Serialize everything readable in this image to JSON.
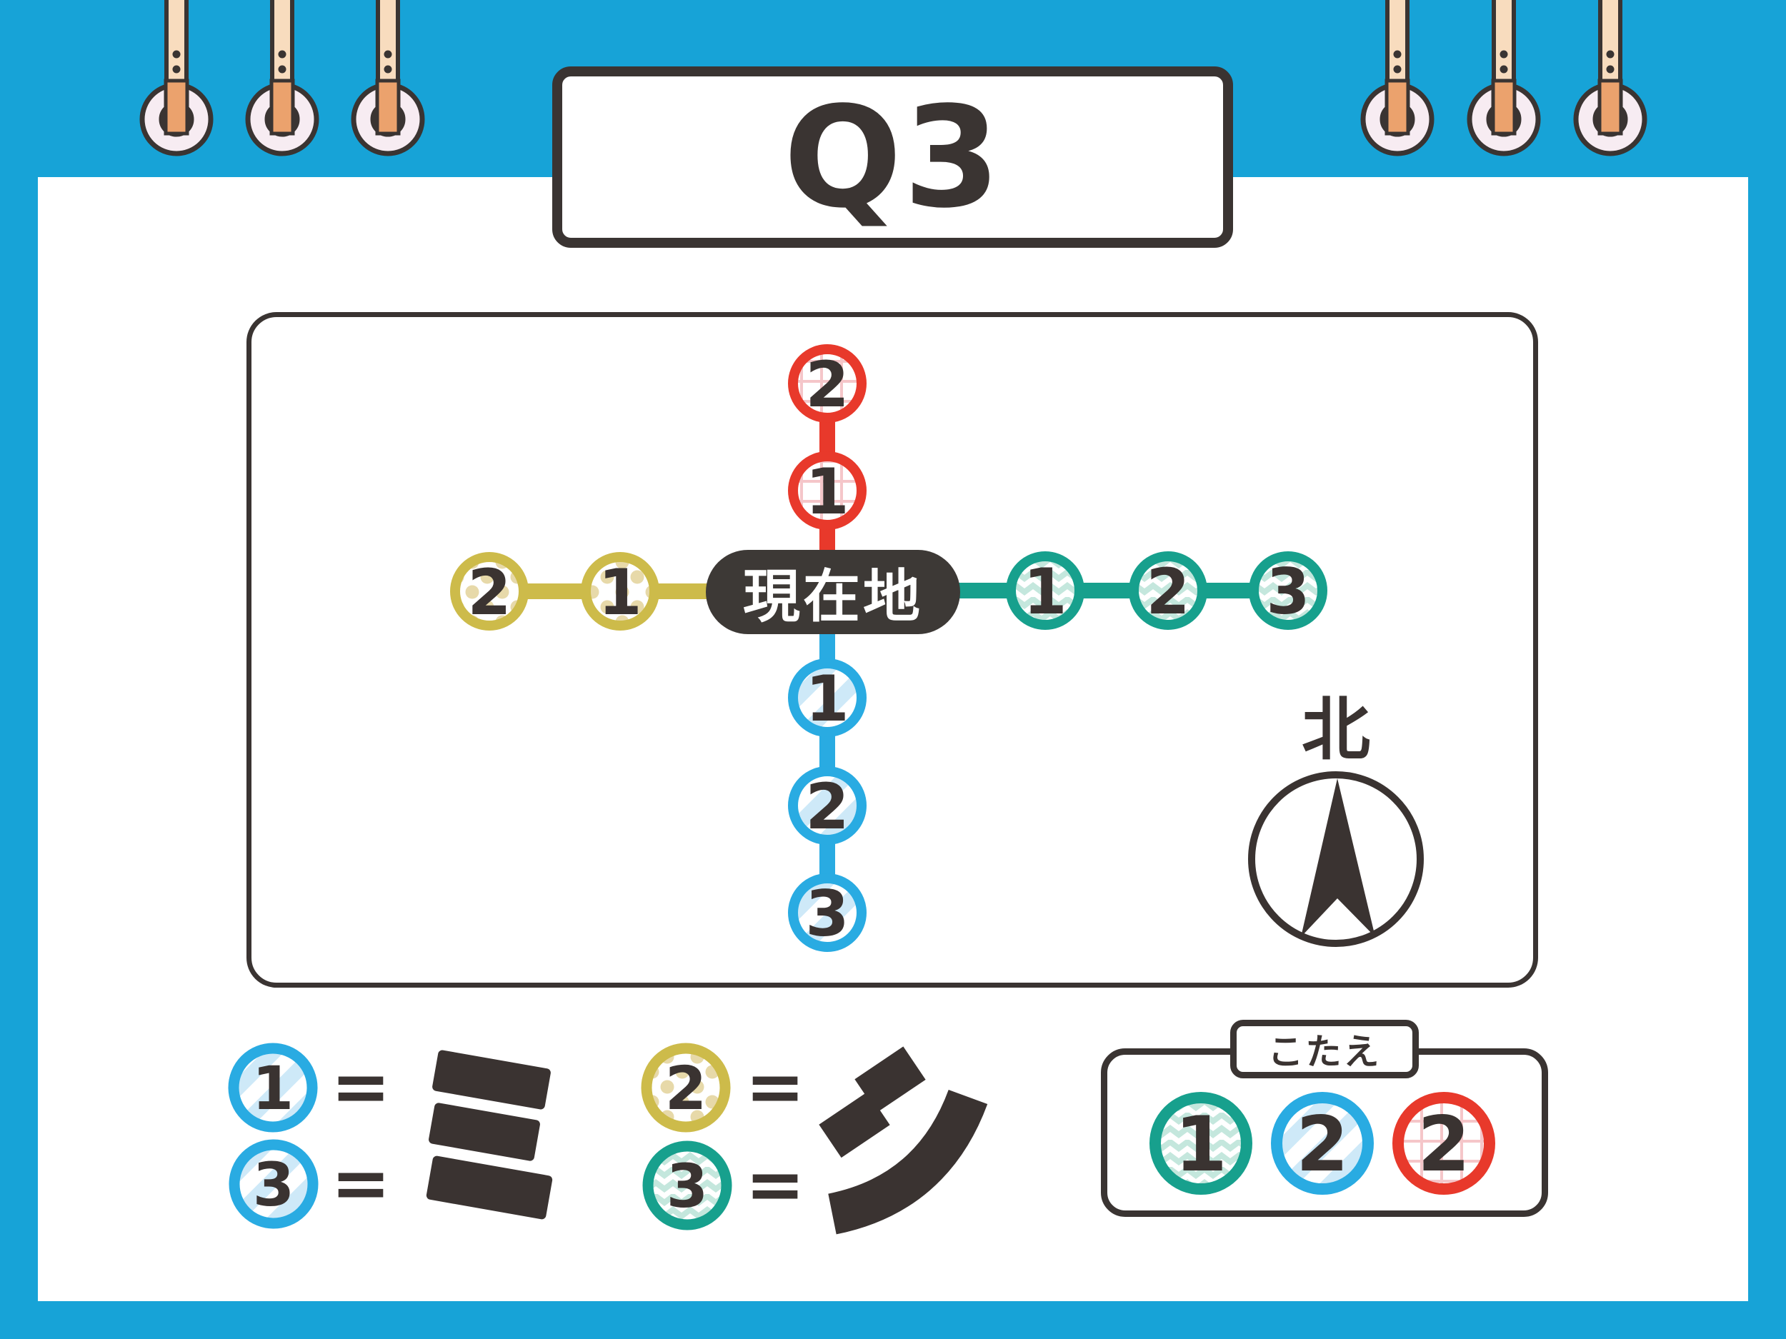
{
  "header": {
    "question_label": "Q3"
  },
  "colors": {
    "background_blue": "#17A3D7",
    "outline_dark": "#3A3432",
    "north_line_red": "#E8392B",
    "west_line_yellow": "#CDBB4A",
    "east_line_teal": "#17A08D",
    "south_line_blue": "#29ABE2"
  },
  "map": {
    "current_location_label": "現在地",
    "compass_label": "北",
    "lines": [
      {
        "id": "north",
        "direction": "up",
        "color": "#E8392B",
        "pattern": "grid",
        "stations": [
          "1",
          "2"
        ]
      },
      {
        "id": "west",
        "direction": "left",
        "color": "#CDBB4A",
        "pattern": "dots",
        "stations": [
          "1",
          "2"
        ]
      },
      {
        "id": "east",
        "direction": "right",
        "color": "#17A08D",
        "pattern": "waves",
        "stations": [
          "1",
          "2",
          "3"
        ]
      },
      {
        "id": "south",
        "direction": "down",
        "color": "#29ABE2",
        "pattern": "stripes",
        "stations": [
          "1",
          "2",
          "3"
        ]
      }
    ]
  },
  "legend": {
    "equals_sign": "=",
    "groups": [
      {
        "entries": [
          {
            "line": "south",
            "number": "1"
          },
          {
            "line": "south",
            "number": "3"
          }
        ],
        "value": "ミ"
      },
      {
        "entries": [
          {
            "line": "west",
            "number": "2"
          },
          {
            "line": "east",
            "number": "3"
          }
        ],
        "value": "シ"
      }
    ]
  },
  "answer": {
    "tab_label": "こたえ",
    "cells": [
      {
        "line": "east",
        "number": "1"
      },
      {
        "line": "south",
        "number": "2"
      },
      {
        "line": "north",
        "number": "2"
      }
    ]
  }
}
